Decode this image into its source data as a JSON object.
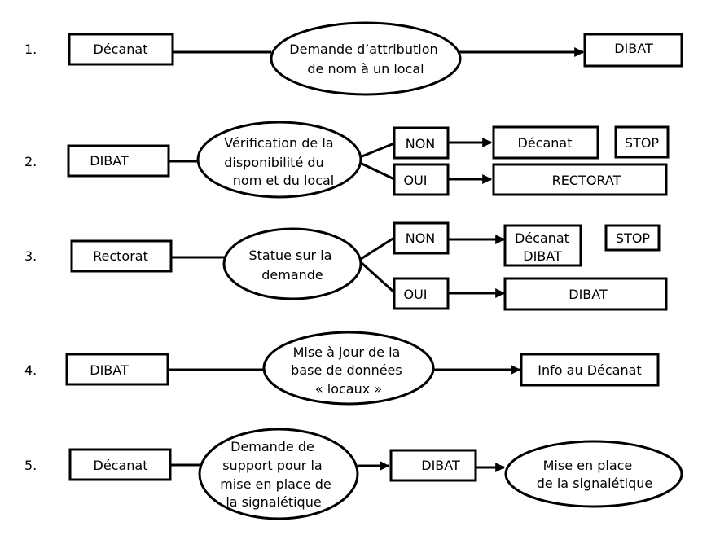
{
  "steps": [
    {
      "number": "1.",
      "actor": "Décanat",
      "process": [
        "Demande d’attribution",
        "de nom à un local"
      ],
      "target": "DIBAT"
    },
    {
      "number": "2.",
      "actor": "DIBAT",
      "process": [
        "Vérification de la",
        "disponibilité du",
        "nom et du local"
      ],
      "no_label": "NON",
      "no_target": "Décanat",
      "stop_label": "STOP",
      "yes_label": "OUI",
      "yes_target": "RECTORAT"
    },
    {
      "number": "3.",
      "actor": "Rectorat",
      "process": [
        "Statue sur la",
        "demande"
      ],
      "no_label": "NON",
      "no_target": [
        "Décanat",
        "DIBAT"
      ],
      "stop_label": "STOP",
      "yes_label": "OUI",
      "yes_target": "DIBAT"
    },
    {
      "number": "4.",
      "actor": "DIBAT",
      "process": [
        "Mise à jour de la",
        "base de données",
        "« locaux »"
      ],
      "target": "Info au Décanat"
    },
    {
      "number": "5.",
      "actor": "Décanat",
      "process": [
        "Demande de",
        "support pour la",
        "mise en place de",
        "la signalétique"
      ],
      "middle": "DIBAT",
      "end_process": [
        "Mise en place",
        "de la signalétique"
      ]
    }
  ]
}
